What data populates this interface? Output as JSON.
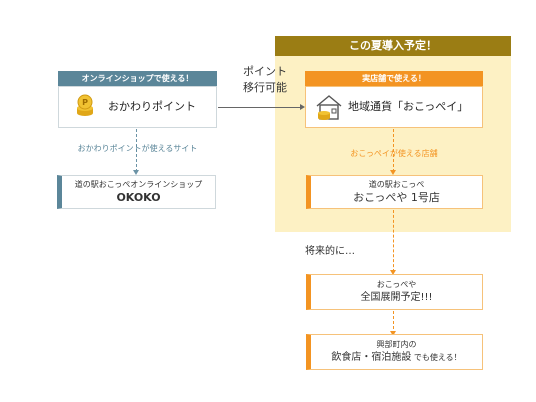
{
  "summer": {
    "title": "この夏導入予定！"
  },
  "left": {
    "tab": "オンラインショップで使える！",
    "card_label": "おかわりポイント",
    "usable_sites_label": "おかわりポイントが使えるサイト",
    "shop_line1": "道の駅おこっぺオンラインショップ",
    "shop_line2": "OKOKO"
  },
  "transfer": {
    "line1": "ポイント",
    "line2": "移行可能"
  },
  "right": {
    "tab": "実店舗で使える！",
    "card_label": "地域通貨「おこっぺイ」",
    "usable_stores_label": "おこっぺイが使える店舗",
    "store_line1": "道の駅おこっぺ",
    "store_line2": "おこっぺや 1号店"
  },
  "future": {
    "label": "将来的に…",
    "box1_line1": "おこっぺや",
    "box1_line2": "全国展開予定!!!",
    "box2_line1": "興部町内の",
    "box2_line2_strong": "飲食店・宿泊施設",
    "box2_line2_rest": " でも使える！"
  },
  "colors": {
    "blue": "#5b8699",
    "orange": "#f39422",
    "gold": "#9b7d14",
    "cream": "#fdf1c4"
  },
  "icons": [
    "coin-stack-icon",
    "house-coin-icon"
  ]
}
